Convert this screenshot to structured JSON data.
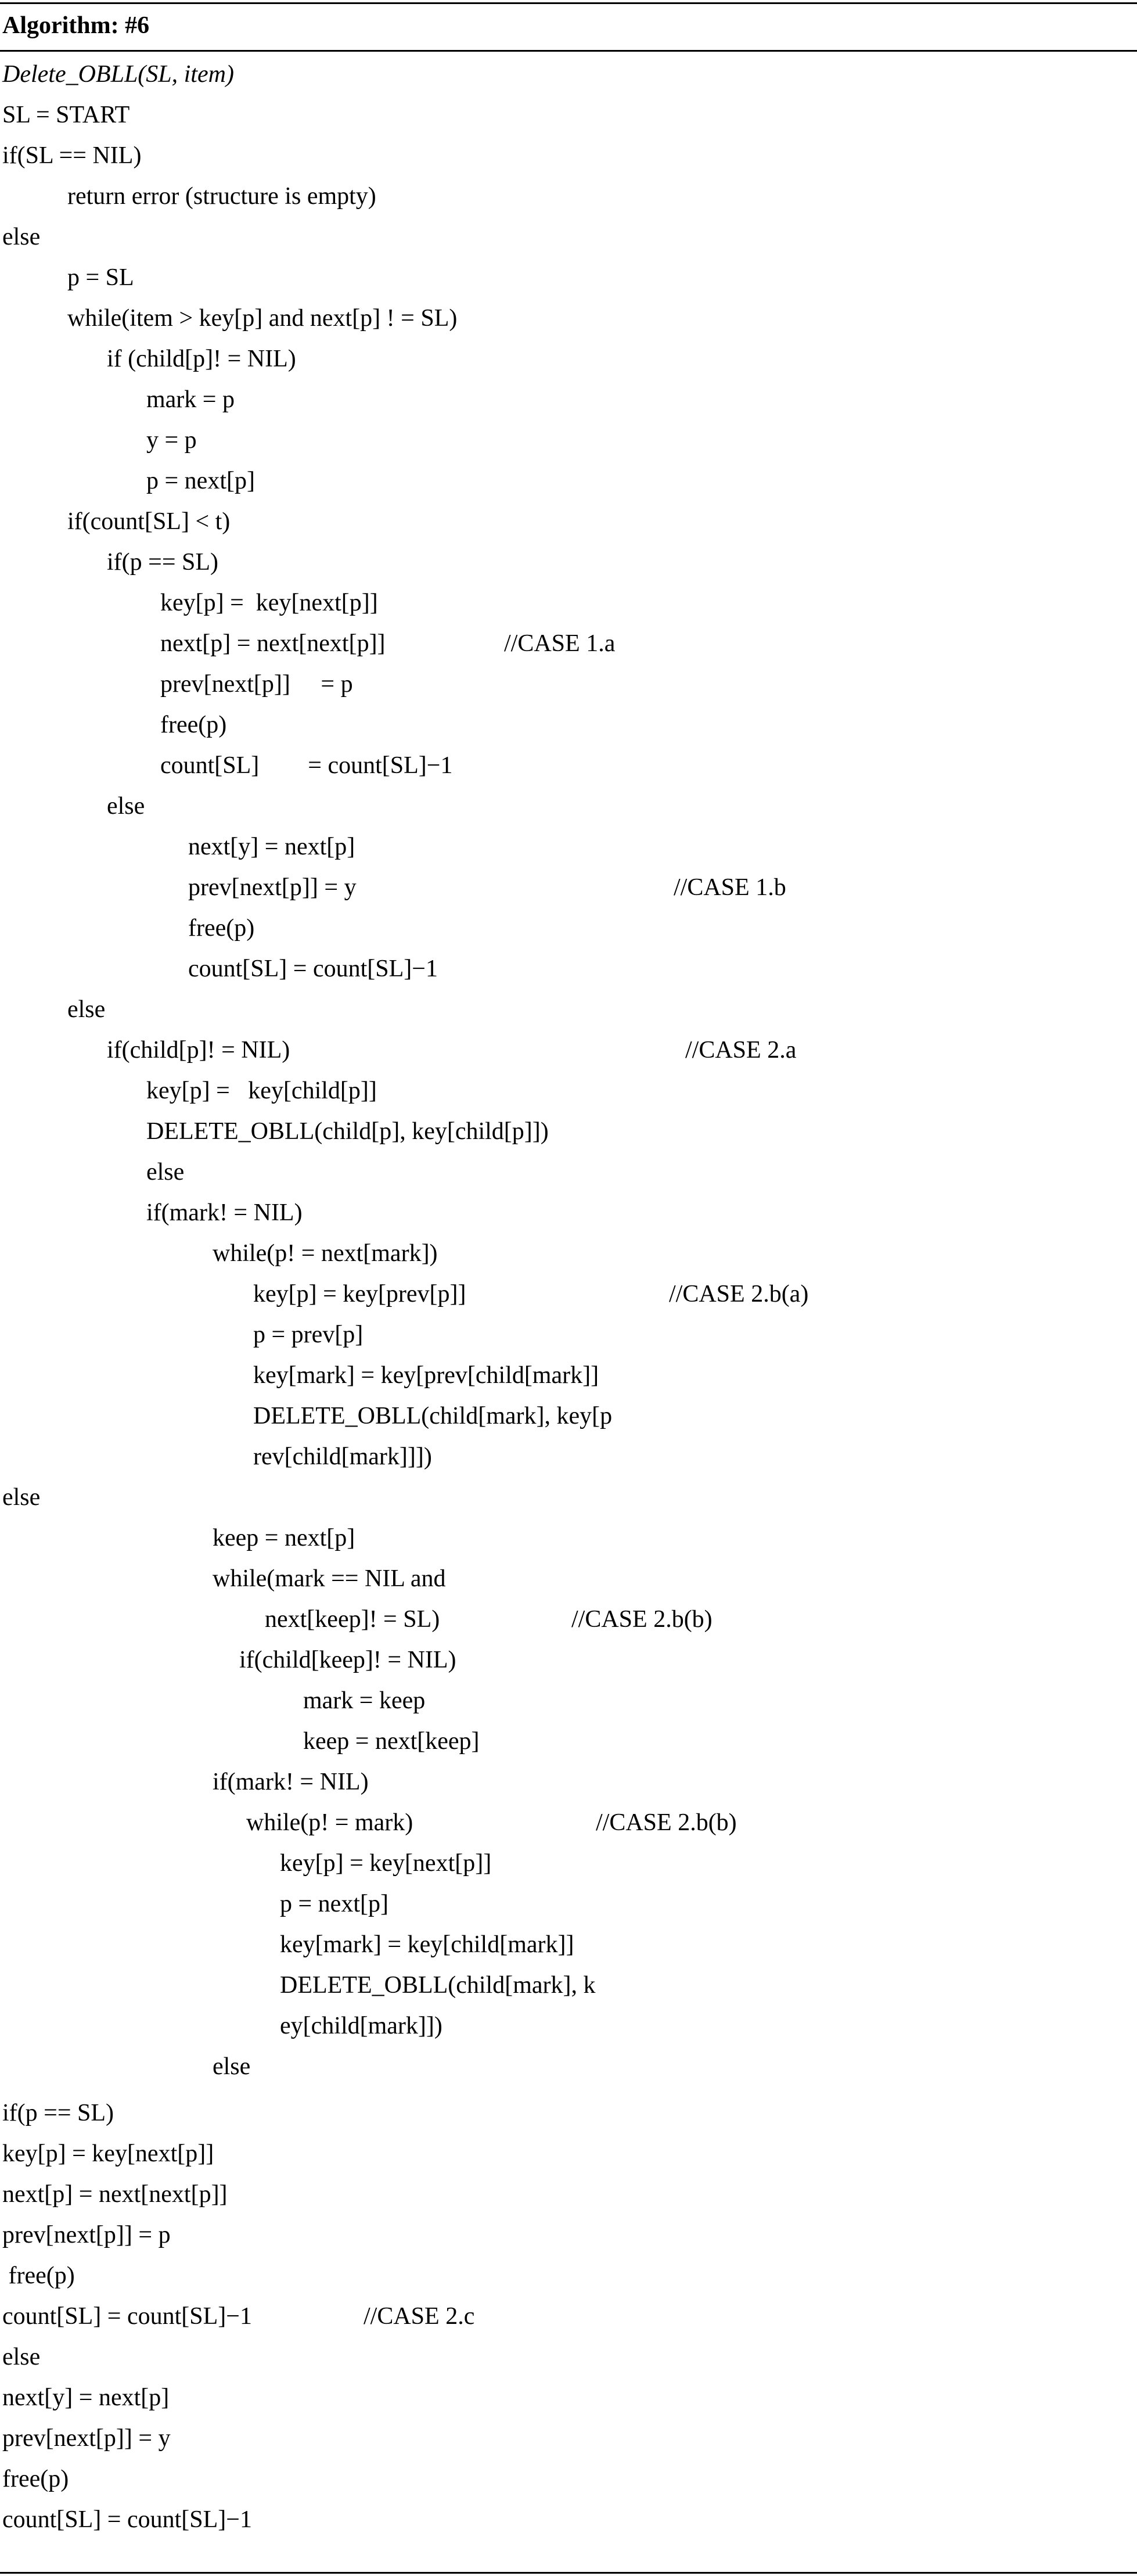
{
  "title": "Algorithm: #6",
  "lines": [
    {
      "text": "Delete_OBLL(SL, item)",
      "italic": true
    },
    {
      "text": "SL = START"
    },
    {
      "text": "if(SL == NIL)"
    },
    {
      "text": "return error (structure is empty)"
    },
    {
      "text": "else"
    },
    {
      "text": "p = SL"
    },
    {
      "text": "while(item > key[p] and next[p] ! = SL)"
    },
    {
      "text": "if (child[p]! = NIL)"
    },
    {
      "text": "mark = p"
    },
    {
      "text": "y = p"
    },
    {
      "text": "p = next[p]"
    },
    {
      "text": "if(count[SL] < t)"
    },
    {
      "text": "if(p == SL)"
    },
    {
      "text": "key[p] =  key[next[p]]"
    },
    {
      "text": "next[p] = next[next[p]]",
      "comment": "//CASE 1.a"
    },
    {
      "text": "prev[next[p]]     = p"
    },
    {
      "text": "free(p)"
    },
    {
      "text": "count[SL]        = count[SL]−1"
    },
    {
      "text": "else"
    },
    {
      "text": "next[y] = next[p]"
    },
    {
      "text": "prev[next[p]] = y",
      "comment": "//CASE 1.b"
    },
    {
      "text": "free(p)"
    },
    {
      "text": "count[SL] = count[SL]−1"
    },
    {
      "text": "else"
    },
    {
      "text": "if(child[p]! = NIL)",
      "comment": "//CASE 2.a"
    },
    {
      "text": "key[p] =   key[child[p]]"
    },
    {
      "text": "DELETE_OBLL(child[p], key[child[p]])"
    },
    {
      "text": "else"
    },
    {
      "text": "if(mark! = NIL)"
    },
    {
      "text": "while(p! = next[mark])"
    },
    {
      "text": "key[p] = key[prev[p]]",
      "comment": "//CASE 2.b(a)"
    },
    {
      "text": "p = prev[p]"
    },
    {
      "text": "key[mark] = key[prev[child[mark]]"
    },
    {
      "text": "DELETE_OBLL(child[mark], key[p"
    },
    {
      "text": "rev[child[mark]]])"
    },
    {
      "text": "else"
    },
    {
      "text": "keep = next[p]"
    },
    {
      "text": "while(mark == NIL and"
    },
    {
      "text": "next[keep]! = SL)",
      "comment": "//CASE 2.b(b)"
    },
    {
      "text": "if(child[keep]! = NIL)"
    },
    {
      "text": "mark = keep"
    },
    {
      "text": "keep = next[keep]"
    },
    {
      "text": "if(mark! = NIL)"
    },
    {
      "text": "while(p! = mark)",
      "comment": "//CASE 2.b(b)"
    },
    {
      "text": "key[p] = key[next[p]]"
    },
    {
      "text": "p = next[p]"
    },
    {
      "text": "key[mark] = key[child[mark]]"
    },
    {
      "text": "DELETE_OBLL(child[mark], k"
    },
    {
      "text": "ey[child[mark]])"
    },
    {
      "text": "else"
    },
    {
      "text": "if(p == SL)"
    },
    {
      "text": "key[p] = key[next[p]]"
    },
    {
      "text": "next[p] = next[next[p]]"
    },
    {
      "text": "prev[next[p]] = p"
    },
    {
      "text": " free(p)"
    },
    {
      "text": "count[SL] = count[SL]−1",
      "comment": "//CASE 2.c"
    },
    {
      "text": "else"
    },
    {
      "text": "next[y] = next[p]"
    },
    {
      "text": "prev[next[p]] = y"
    },
    {
      "text": "free(p)"
    },
    {
      "text": "count[SL] = count[SL]−1"
    }
  ]
}
